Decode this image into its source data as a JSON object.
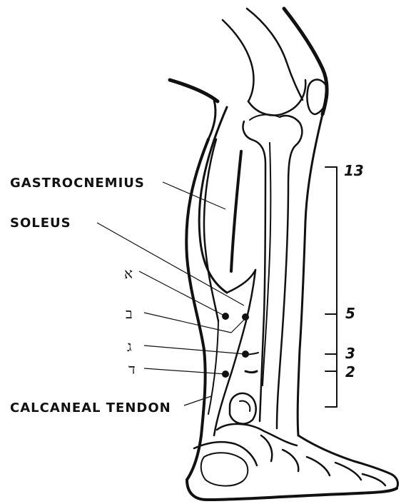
{
  "labels": {
    "gastrocnemius": "GASTROCNEMIUS",
    "soleus": "SOLEUS",
    "calcaneal_tendon": "CALCANEAL TENDON"
  },
  "hebrew_markers": {
    "alef": "א",
    "bet": "ב",
    "gimel": "ג",
    "dalet": "ד"
  },
  "scale": {
    "tick_13": "13",
    "tick_5": "5",
    "tick_3": "3",
    "tick_2": "2"
  }
}
